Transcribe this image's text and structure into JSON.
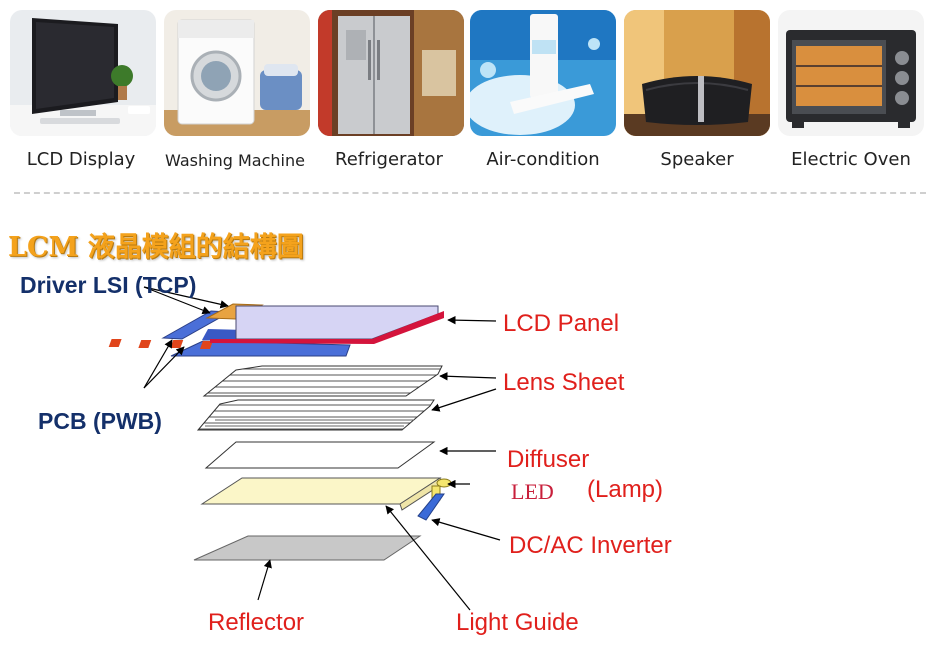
{
  "products": [
    {
      "label": "LCD Display",
      "icon": "lcd-display-photo"
    },
    {
      "label": "Washing Machine",
      "icon": "washing-machine-photo"
    },
    {
      "label": "Refrigerator",
      "icon": "refrigerator-photo"
    },
    {
      "label": "Air-condition",
      "icon": "air-conditioner-photo"
    },
    {
      "label": "Speaker",
      "icon": "speaker-photo"
    },
    {
      "label": "Electric Oven",
      "icon": "electric-oven-photo"
    }
  ],
  "diagram": {
    "title": "LCM 液晶模組的結構圖",
    "labels": {
      "driver": "Driver LSI (TCP)",
      "pcb": "PCB (PWB)",
      "lcd_panel": "LCD Panel",
      "lens_sheet": "Lens Sheet",
      "diffuser": "Diffuser",
      "led": "LED",
      "lamp": "(Lamp)",
      "inverter": "DC/AC Inverter",
      "reflector": "Reflector",
      "light_guide": "Light Guide"
    }
  },
  "colors": {
    "title": "#f4a21c",
    "component_label": "#e0201c",
    "side_label": "#14306a",
    "panel_fill": "#d6d4f4",
    "panel_edge": "#d4143c",
    "pcb_fill": "#4a6fd8",
    "light_guide_fill": "#fbf6c8",
    "reflector_fill": "#c8c8c8"
  }
}
